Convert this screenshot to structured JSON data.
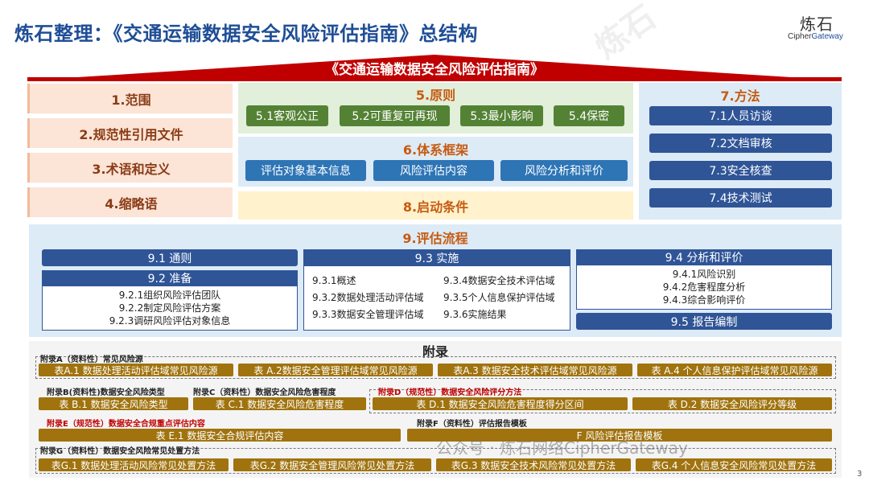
{
  "header": {
    "title": "炼石整理：《交通运输数据安全风险评估指南》总结构",
    "logo_cn": "炼石",
    "logo_en_a": "Cipher",
    "logo_en_b": "Gateway"
  },
  "roof_title": "《交通运输数据安全风险评估指南》",
  "left_items": [
    "1.范围",
    "2.规范性引用文件",
    "3.术语和定义",
    "4.缩略语"
  ],
  "principles": {
    "heading": "5.原则",
    "items": [
      "5.1客观公正",
      "5.2可重复可再现",
      "5.3最小影响",
      "5.4保密"
    ]
  },
  "framework": {
    "heading": "6.体系框架",
    "items": [
      "评估对象基本信息",
      "风险评估内容",
      "风险分析和评价"
    ]
  },
  "startup": {
    "heading": "8.启动条件"
  },
  "methods": {
    "heading": "7.方法",
    "items": [
      "7.1人员访谈",
      "7.2文档审核",
      "7.3安全核查",
      "7.4技术测试"
    ]
  },
  "process": {
    "heading": "9.评估流程",
    "general": "9.1 通则",
    "prepare": {
      "title": "9.2  准备",
      "items": [
        "9.2.1组织风险评估团队",
        "9.2.2制定风险评估方案",
        "9.2.3调研风险评估对象信息"
      ]
    },
    "implement": {
      "title": "9.3   实施",
      "col1": [
        "9.3.1概述",
        "9.3.2数据处理活动评估域",
        "9.3.3数据安全管理评估域"
      ],
      "col2": [
        "9.3.4数据安全技术评估域",
        "9.3.5个人信息保护评估域",
        "9.3.6实施结果"
      ]
    },
    "analysis": {
      "title": "9.4  分析和评价",
      "items": [
        "9.4.1风险识别",
        "9.4.2危害程度分析",
        "9.4.3综合影响评价"
      ]
    },
    "report": "9.5  报告编制"
  },
  "appendix": {
    "heading": "附录",
    "a": {
      "label": "附录A（资料性）常见风险源",
      "items": [
        "表A.1 数据处理活动评估域常见风险源",
        "表 A.2数据安全管理评估域常见风险源",
        "表A.3 数据安全技术评估域常见风险源",
        "表 A.4 个人信息保护评估域常见风险源"
      ]
    },
    "b": {
      "label": "附录B(资料性)数据安全风险类型",
      "item": "表 B.1 数据安全风险类型"
    },
    "c": {
      "label": "附录C（资料性）数据安全风险危害程度",
      "item": "表 C.1 数据安全风险危害程度"
    },
    "d": {
      "label": "附录D（规范性）数据安全风险评分方法",
      "items": [
        "表 D.1  数据安全风险危害程度得分区间",
        "表 D.2 数据安全风险评分等级"
      ]
    },
    "e": {
      "label": "附录E（规范性）数据安全合规重点评估内容",
      "item": "表 E.1 数据安全合规评估内容"
    },
    "f": {
      "label": "附录F（资料性）评估报告模板",
      "item": "F 风险评估报告模板"
    },
    "g": {
      "label": "附录G（资料性）数据安全风险常见处置方法",
      "items": [
        "表G.1 数据处理活动风险常见处置方法",
        "表G.2  数据安全管理风险常见处置方法",
        "表G.3 数据安全技术风险常见处置方法",
        "表G.4 个人信息安全风险常见处置方法"
      ]
    }
  },
  "watermark": {
    "stamp": "炼石",
    "footer": "公众号 · 炼石网络CipherGateway"
  },
  "page_number": "3",
  "colors": {
    "title_blue": "#1f4e96",
    "roof_red": "#c00000",
    "heading_orange": "#c65b11",
    "principle_green": "#548235",
    "framework_blue": "#2e75b6",
    "method_navy": "#2f5597",
    "appendix_gold": "#a0730e"
  }
}
